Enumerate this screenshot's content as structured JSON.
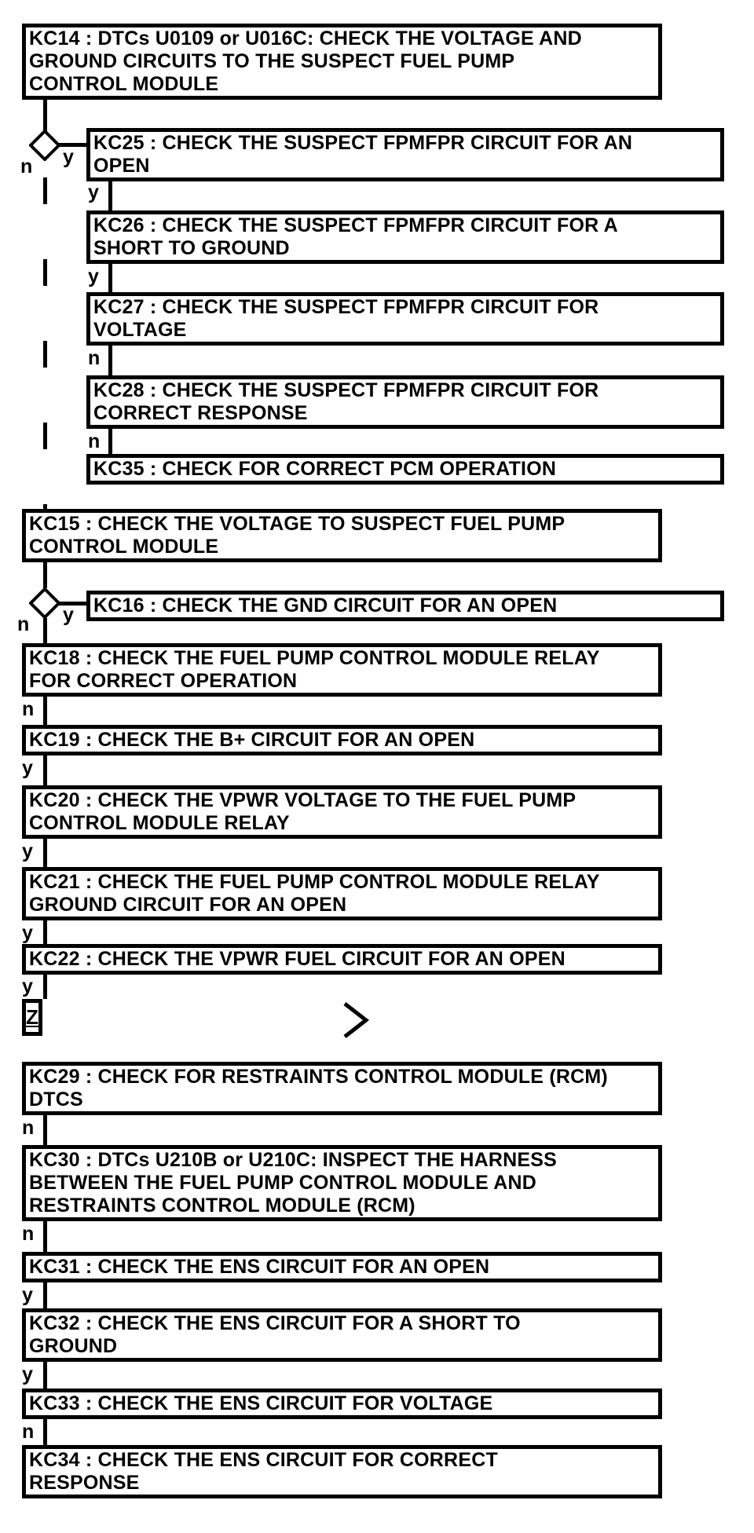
{
  "palette": {
    "ink": "#000000",
    "paper": "#ffffff"
  },
  "nodes": {
    "kc14": "KC14 : DTCs U0109 or U016C: CHECK THE VOLTAGE AND\nGROUND CIRCUITS TO THE SUSPECT FUEL PUMP\nCONTROL MODULE",
    "kc25": "KC25 : CHECK THE SUSPECT FPMFPR CIRCUIT FOR AN\nOPEN",
    "kc26": "KC26 : CHECK THE SUSPECT FPMFPR CIRCUIT FOR A\nSHORT TO GROUND",
    "kc27": "KC27 : CHECK THE SUSPECT FPMFPR CIRCUIT FOR\nVOLTAGE",
    "kc28": "KC28 : CHECK THE SUSPECT FPMFPR CIRCUIT FOR\nCORRECT RESPONSE",
    "kc35": "KC35 : CHECK FOR CORRECT PCM OPERATION",
    "kc15": "KC15 : CHECK THE VOLTAGE TO SUSPECT FUEL PUMP\nCONTROL MODULE",
    "kc16": "KC16 : CHECK THE GND CIRCUIT FOR AN OPEN",
    "kc18": "KC18 : CHECK THE FUEL PUMP CONTROL MODULE RELAY\nFOR CORRECT OPERATION",
    "kc19": "KC19 : CHECK THE B+ CIRCUIT FOR AN OPEN",
    "kc20": "KC20 : CHECK THE VPWR VOLTAGE TO THE FUEL PUMP\nCONTROL MODULE RELAY",
    "kc21": "KC21 : CHECK THE FUEL PUMP CONTROL MODULE RELAY\nGROUND CIRCUIT FOR AN OPEN",
    "kc22": "KC22 : CHECK THE VPWR FUEL CIRCUIT FOR AN OPEN",
    "kc29": "KC29 : CHECK FOR RESTRAINTS CONTROL MODULE (RCM)\nDTCS",
    "kc30": "KC30 : DTCs U210B or U210C: INSPECT THE HARNESS\nBETWEEN THE FUEL PUMP CONTROL MODULE AND\nRESTRAINTS CONTROL MODULE (RCM)",
    "kc31": "KC31 : CHECK THE ENS CIRCUIT FOR AN OPEN",
    "kc32": "KC32 : CHECK THE ENS CIRCUIT FOR A SHORT TO\nGROUND",
    "kc33": "KC33 : CHECK THE ENS CIRCUIT FOR VOLTAGE",
    "kc34": "KC34 : CHECK THE ENS CIRCUIT FOR CORRECT\nRESPONSE"
  },
  "branch_labels": {
    "kc14_yes": "y",
    "kc14_no": "n",
    "kc25_next": "y",
    "kc26_next": "y",
    "kc27_next": "n",
    "kc28_next": "n",
    "kc15_yes": "y",
    "kc15_no": "n",
    "kc18_next": "n",
    "kc19_next": "y",
    "kc20_next": "y",
    "kc21_next": "y",
    "kc22_next": "y",
    "kc29_next": "n",
    "kc30_next": "n",
    "kc31_next": "y",
    "kc32_next": "y",
    "kc33_next": "n"
  },
  "offpage_connector": {
    "label": "Z"
  }
}
